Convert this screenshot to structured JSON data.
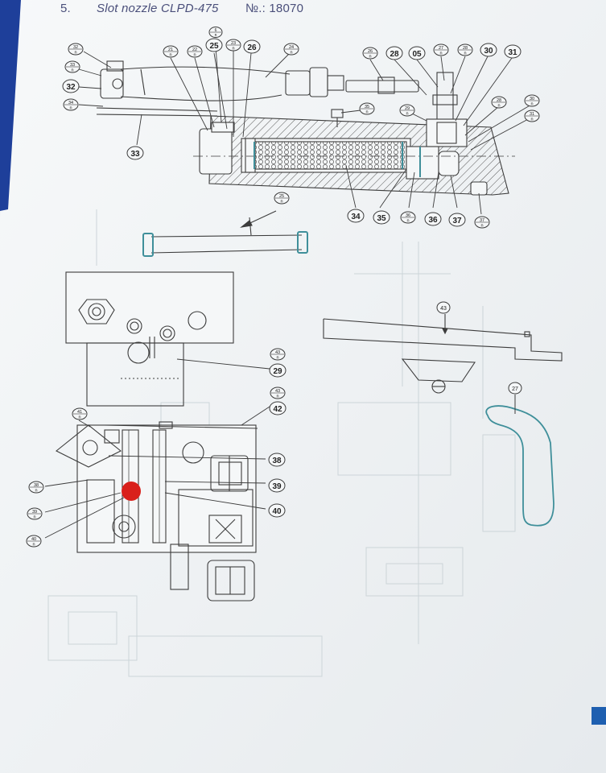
{
  "header": {
    "section_number": "5.",
    "title": "Slot nozzle CLPD-475",
    "doc_number": "№.: 18070"
  },
  "callouts": {
    "c32n_top": {
      "num": "32",
      "sub": "n"
    },
    "c33n": {
      "num": "33",
      "sub": "n"
    },
    "c32": {
      "num": "32"
    },
    "c34n": {
      "num": "34",
      "sub": "n"
    },
    "c33": {
      "num": "33"
    },
    "c21n": {
      "num": "21",
      "sub": "n"
    },
    "c22n": {
      "num": "22",
      "sub": "n"
    },
    "c6n": {
      "num": "6",
      "sub": "n"
    },
    "c25": {
      "num": "25"
    },
    "c23n": {
      "num": "23",
      "sub": "n"
    },
    "c26": {
      "num": "26"
    },
    "c24n": {
      "num": "24",
      "sub": "n"
    },
    "c26n": {
      "num": "26",
      "sub": "n"
    },
    "c28": {
      "num": "28"
    },
    "c05": {
      "num": "05"
    },
    "c27n": {
      "num": "27",
      "sub": "n"
    },
    "c28n_top": {
      "num": "28",
      "sub": "n"
    },
    "c30": {
      "num": "30"
    },
    "c31": {
      "num": "31"
    },
    "c35n": {
      "num": "35",
      "sub": "n"
    },
    "c29n": {
      "num": "29",
      "sub": "n"
    },
    "c28n_right": {
      "num": "28",
      "sub": "n"
    },
    "c30n": {
      "num": "30",
      "sub": "n"
    },
    "c31n": {
      "num": "31",
      "sub": "n"
    },
    "c25n": {
      "num": "25",
      "sub": "n"
    },
    "c34": {
      "num": "34"
    },
    "c35": {
      "num": "35"
    },
    "c36n": {
      "num": "36",
      "sub": "n"
    },
    "c36": {
      "num": "36"
    },
    "c37": {
      "num": "37"
    },
    "c37n": {
      "num": "37",
      "sub": "n"
    },
    "c43n_mid": {
      "num": "43",
      "sub": "n"
    },
    "c29": {
      "num": "29"
    },
    "c43n_low": {
      "num": "43",
      "sub": "n"
    },
    "c42": {
      "num": "42"
    },
    "c41n": {
      "num": "41",
      "sub": "n"
    },
    "c38": {
      "num": "38"
    },
    "c38n": {
      "num": "38",
      "sub": "n"
    },
    "c39": {
      "num": "39"
    },
    "c39n": {
      "num": "39",
      "sub": "n"
    },
    "c40": {
      "num": "40"
    },
    "c40n": {
      "num": "40",
      "sub": "n"
    },
    "c43": {
      "num": "43"
    },
    "c27": {
      "num": "27"
    }
  },
  "colors": {
    "paper": "#f5f7f8",
    "line": "#3c3c3c",
    "blueprint_shadow": "#c9d2d6",
    "teal_part": "#3f8f9a",
    "marker_red": "#d9201b",
    "binder_blue": "#1e3f9a",
    "title_ink": "#4a4f7a"
  }
}
